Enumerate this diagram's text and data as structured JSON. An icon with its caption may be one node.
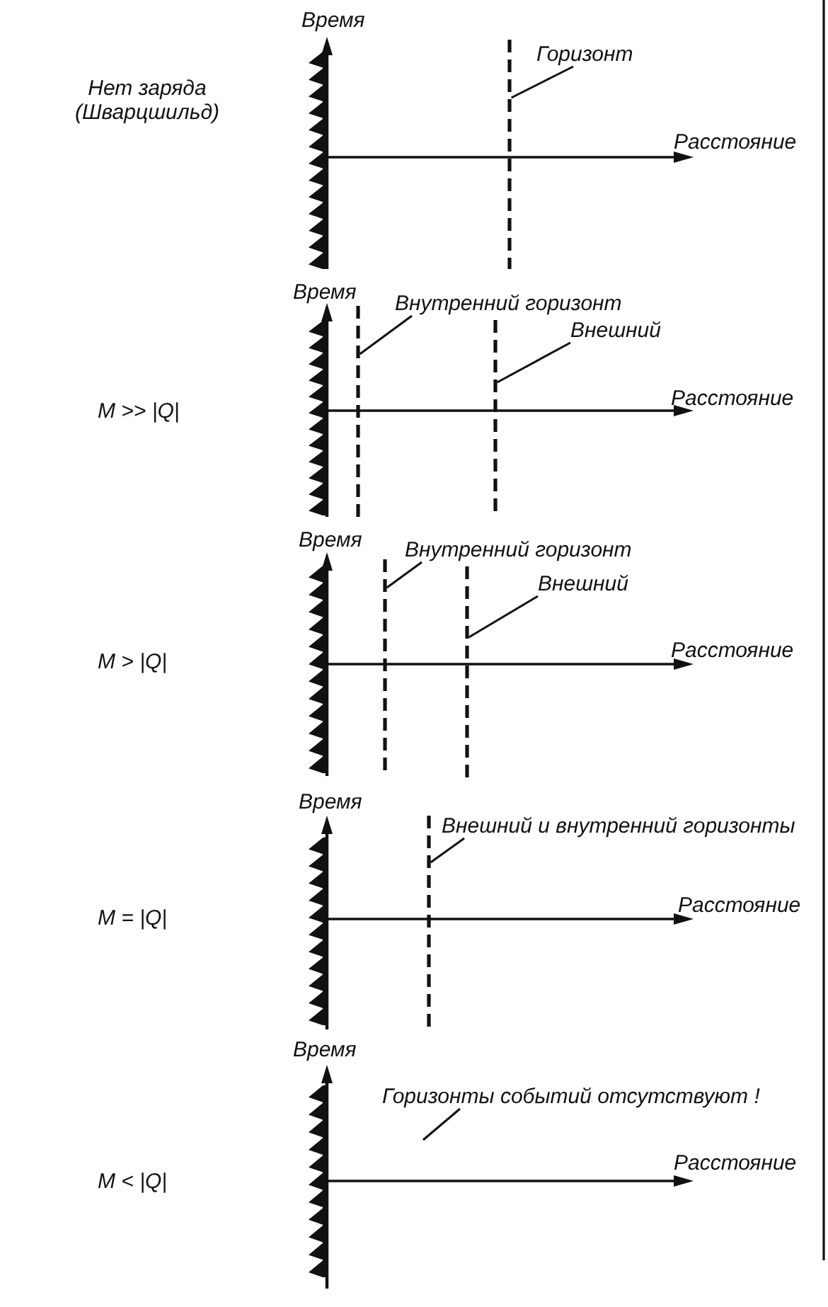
{
  "diagram": {
    "nodes": [
      {
        "text": [
          "Горизонт"
        ]
      },
      {
        "text": [],
        "shape": "line"
      },
      {
        "text": [
          "Внутренний горизонт"
        ]
      },
      {
        "text": [],
        "shape": "line"
      },
      {
        "text": [
          "Внешний"
        ]
      },
      {
        "text": [],
        "shape": "line"
      },
      {
        "text": [
          "Внутренний горизонт"
        ]
      },
      {
        "text": [],
        "shape": "line"
      },
      {
        "text": [
          "Внешний"
        ]
      },
      {
        "text": [],
        "shape": "line"
      },
      {
        "text": [
          "Внешний и внутренний горизонты"
        ]
      },
      {
        "text": [],
        "shape": "line"
      },
      {
        "text": [
          "Горизонты событий отсутствуют !"
        ]
      }
    ],
    "edges": [
      {
        "from": 0,
        "to": 1,
        "arrow": "none"
      },
      {
        "from": 2,
        "to": 3,
        "arrow": "none"
      },
      {
        "from": 4,
        "to": 5,
        "arrow": "none"
      },
      {
        "from": 6,
        "to": 7,
        "arrow": "none"
      },
      {
        "from": 8,
        "to": 9,
        "arrow": "none"
      },
      {
        "from": 10,
        "to": 11,
        "arrow": "none"
      },
      {
        "from": 12,
        "to": null,
        "arrow": "none"
      }
    ],
    "labels": [
      "Время",
      "Нет заряда (Шварцшильд)",
      "Расстояние",
      "Время",
      "M >> |Q|",
      "Расстояние",
      "Время",
      "M > |Q|",
      "Расстояние",
      "Время",
      "M = |Q|",
      "Расстояние",
      "Время",
      "M < |Q|",
      "Расстояние"
    ]
  }
}
